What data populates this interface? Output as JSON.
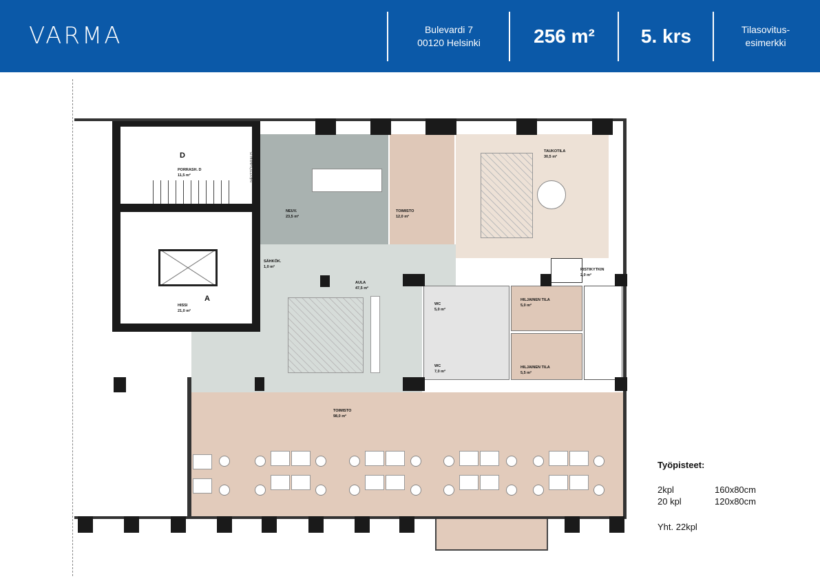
{
  "header": {
    "logo": "VARMA",
    "address_line1": "Bulevardi 7",
    "address_line2": "00120 Helsinki",
    "area": "256 m²",
    "floor": "5. krs",
    "note_line1": "Tilasovitus-",
    "note_line2": "esimerkki"
  },
  "rooms": [
    {
      "name": "D",
      "area": ""
    },
    {
      "name": "PORRASH. D",
      "area": "11,5 m²"
    },
    {
      "name": "NEUV.",
      "area": "23,5 m²"
    },
    {
      "name": "TOIMISTO",
      "area": "12,0 m²"
    },
    {
      "name": "TAUKOTILA",
      "area": "30,5 m²"
    },
    {
      "name": "SÄHKÖK.",
      "area": "1,0 m²"
    },
    {
      "name": "AULA",
      "area": "47,5 m²"
    },
    {
      "name": "A",
      "area": ""
    },
    {
      "name": "HISSI",
      "area": "21,0 m²"
    },
    {
      "name": "WC",
      "area": "5,0 m²"
    },
    {
      "name": "WC",
      "area": "7,0 m²"
    },
    {
      "name": "HILJAINEN TILA",
      "area": "5,0 m²"
    },
    {
      "name": "HILJAINEN TILA",
      "area": "5,5 m²"
    },
    {
      "name": "RISTIKYTKIN",
      "area": "2,0 m²"
    },
    {
      "name": "TOIMISTO",
      "area": "98,0 m²"
    }
  ],
  "projection_label": "NÄYTTÖVARAUS",
  "workstations": {
    "title": "Työpisteet:",
    "rows": [
      {
        "count": "2kpl",
        "size": "160x80cm"
      },
      {
        "count": "20 kpl",
        "size": "120x80cm"
      }
    ],
    "total": "Yht. 22kpl"
  },
  "colors": {
    "brand": "#0b59a8",
    "meeting": "#a9b2b0",
    "office": "#e2cbbb",
    "lounge": "#ede1d6",
    "lobby": "#d6dcd9"
  }
}
